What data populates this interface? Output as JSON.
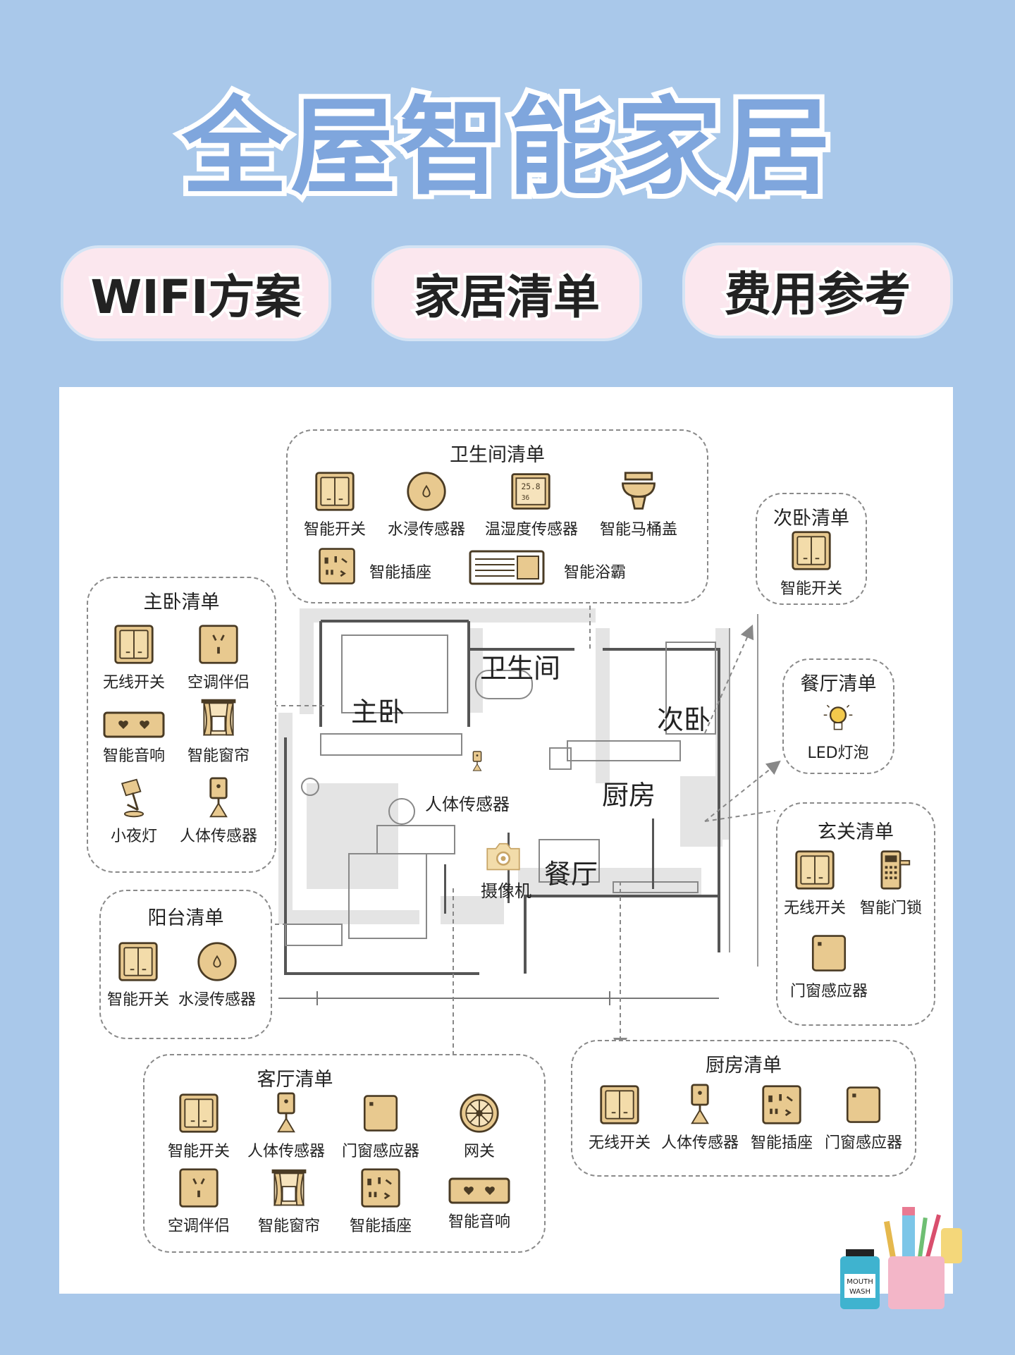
{
  "header": {
    "title": "全屋智能家居",
    "tags": [
      "WIFI方案",
      "家居清单",
      "费用参考"
    ]
  },
  "colors": {
    "background": "#a9c8ea",
    "title": "#7fa6dd",
    "tag_bg": "#fbe7ee",
    "icon_fill": "#e8c98f",
    "icon_stroke": "#4a3b24"
  },
  "floorplan": {
    "rooms": {
      "bathroom": "卫生间",
      "master": "主卧",
      "second": "次卧",
      "kitchen": "厨房",
      "dining": "餐厅"
    },
    "devices": {
      "motion": "人体传感器",
      "camera": "摄像机"
    }
  },
  "lists": {
    "bathroom": {
      "title": "卫生间清单",
      "items": [
        {
          "label": "智能开关",
          "icon": "switch-icon"
        },
        {
          "label": "水浸传感器",
          "icon": "water-sensor-icon"
        },
        {
          "label": "温湿度传感器",
          "icon": "thermo-hygrometer-icon"
        },
        {
          "label": "智能马桶盖",
          "icon": "toilet-icon"
        },
        {
          "label": "智能插座",
          "icon": "socket-icon"
        },
        {
          "label": "智能浴霸",
          "icon": "bath-heater-icon"
        }
      ]
    },
    "second_bedroom": {
      "title": "次卧清单",
      "items": [
        {
          "label": "智能开关",
          "icon": "switch-icon"
        }
      ]
    },
    "master_bedroom": {
      "title": "主卧清单",
      "items": [
        {
          "label": "无线开关",
          "icon": "switch-icon"
        },
        {
          "label": "空调伴侣",
          "icon": "ac-companion-icon"
        },
        {
          "label": "智能音响",
          "icon": "speaker-icon"
        },
        {
          "label": "智能窗帘",
          "icon": "curtain-icon"
        },
        {
          "label": "小夜灯",
          "icon": "desk-lamp-icon"
        },
        {
          "label": "人体传感器",
          "icon": "motion-sensor-icon"
        }
      ]
    },
    "dining": {
      "title": "餐厅清单",
      "items": [
        {
          "label": "LED灯泡",
          "icon": "bulb-icon"
        }
      ]
    },
    "entrance": {
      "title": "玄关清单",
      "items": [
        {
          "label": "无线开关",
          "icon": "switch-icon"
        },
        {
          "label": "智能门锁",
          "icon": "door-lock-icon"
        },
        {
          "label": "门窗感应器",
          "icon": "door-sensor-icon"
        }
      ]
    },
    "balcony": {
      "title": "阳台清单",
      "items": [
        {
          "label": "智能开关",
          "icon": "switch-icon"
        },
        {
          "label": "水浸传感器",
          "icon": "water-sensor-icon"
        }
      ]
    },
    "living": {
      "title": "客厅清单",
      "items": [
        {
          "label": "智能开关",
          "icon": "switch-icon"
        },
        {
          "label": "人体传感器",
          "icon": "motion-sensor-icon"
        },
        {
          "label": "门窗感应器",
          "icon": "door-sensor-icon"
        },
        {
          "label": "网关",
          "icon": "gateway-icon"
        },
        {
          "label": "空调伴侣",
          "icon": "ac-companion-icon"
        },
        {
          "label": "智能窗帘",
          "icon": "curtain-icon"
        },
        {
          "label": "智能插座",
          "icon": "socket-icon"
        },
        {
          "label": "智能音响",
          "icon": "speaker-icon"
        }
      ]
    },
    "kitchen": {
      "title": "厨房清单",
      "items": [
        {
          "label": "无线开关",
          "icon": "switch-icon"
        },
        {
          "label": "人体传感器",
          "icon": "motion-sensor-icon"
        },
        {
          "label": "智能插座",
          "icon": "socket-icon"
        },
        {
          "label": "门窗感应器",
          "icon": "door-sensor-icon"
        }
      ]
    }
  },
  "decor": {
    "mouthwash_label": "MOUTH WASH"
  }
}
